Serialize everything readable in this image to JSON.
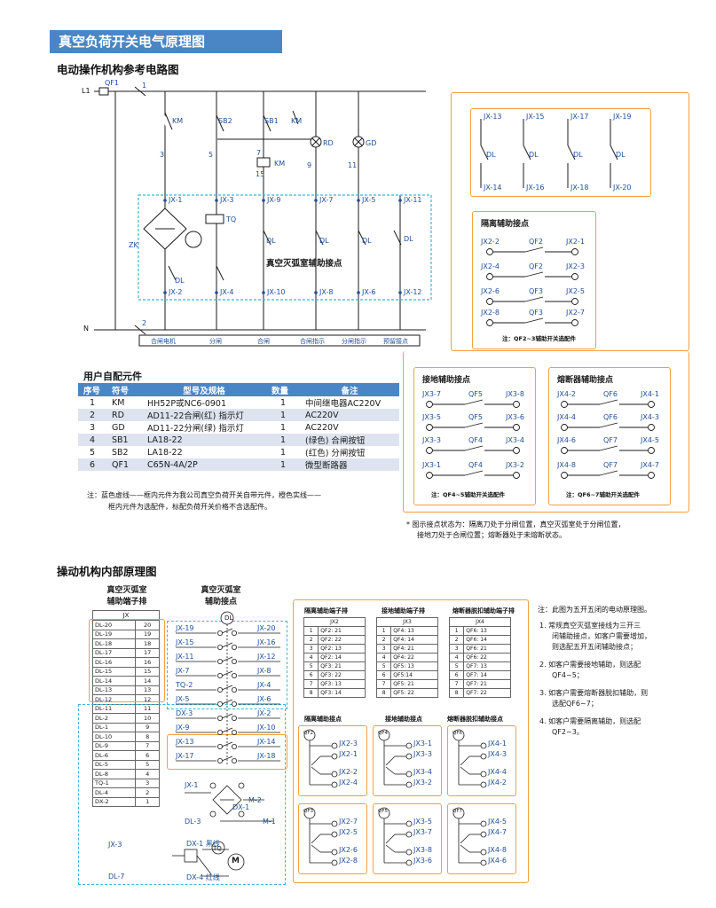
{
  "title": "真空负荷开关电气原理图",
  "section1": {
    "title": "电动操作机构参考电路图",
    "supply": [
      "L1",
      "QF1",
      "1",
      "N",
      "2"
    ],
    "components": [
      "KM",
      "SB2",
      "SB1",
      "KM",
      "RD",
      "GD",
      "TQ",
      "KM",
      "ZK",
      "DL",
      "DL",
      "DL",
      "DL",
      "DL"
    ],
    "wire_numbers": [
      "3",
      "5",
      "7",
      "15",
      "9",
      "11"
    ],
    "jx_top": [
      "JX-1",
      "JX-3",
      "JX-9",
      "JX-7",
      "JX-5",
      "JX-11"
    ],
    "jx_bottom": [
      "JX-2",
      "JX-4",
      "JX-10",
      "JX-8",
      "JX-6",
      "JX-12"
    ],
    "aux_label": "真空灭弧室辅助接点",
    "bottom_labels": [
      "合闸电机",
      "分闸",
      "合闸",
      "合闸指示",
      "分闸指示",
      "预留接点"
    ]
  },
  "aux_top": {
    "top": [
      "JX-13",
      "JX-15",
      "JX-17",
      "JX-19"
    ],
    "bottom": [
      "JX-14",
      "JX-16",
      "JX-18",
      "JX-20"
    ],
    "dl": [
      "DL",
      "DL",
      "DL",
      "DL"
    ]
  },
  "iso": {
    "title": "隔离辅助接点",
    "rows": [
      {
        "l": "JX2-2",
        "m": "QF2",
        "r": "JX2-1"
      },
      {
        "l": "JX2-4",
        "m": "QF2",
        "r": "JX2-3"
      },
      {
        "l": "JX2-6",
        "m": "QF3",
        "r": "JX2-5"
      },
      {
        "l": "JX2-8",
        "m": "QF3",
        "r": "JX2-7"
      }
    ],
    "note": "注：QF2~3辅助开关选配件"
  },
  "ground": {
    "title": "接地辅助接点",
    "rows": [
      {
        "l": "JX3-7",
        "m": "QF5",
        "r": "JX3-8"
      },
      {
        "l": "JX3-5",
        "m": "QF5",
        "r": "JX3-6"
      },
      {
        "l": "JX3-3",
        "m": "QF4",
        "r": "JX3-4"
      },
      {
        "l": "JX3-1",
        "m": "QF4",
        "r": "JX3-2"
      }
    ],
    "note": "注：QF4~5辅助开关选配件"
  },
  "fuse": {
    "title": "熔断器辅助接点",
    "rows": [
      {
        "l": "JX4-2",
        "m": "QF6",
        "r": "JX4-1"
      },
      {
        "l": "JX4-4",
        "m": "QF6",
        "r": "JX4-3"
      },
      {
        "l": "JX4-6",
        "m": "QF7",
        "r": "JX4-5"
      },
      {
        "l": "JX4-8",
        "m": "QF7",
        "r": "JX4-7"
      }
    ],
    "note": "注：QF6~7辅助开关选配件"
  },
  "parts": {
    "title": "用户自配元件",
    "headers": [
      "序号",
      "符号",
      "型号及规格",
      "数量",
      "备注"
    ],
    "rows": [
      [
        "1",
        "KM",
        "HH52P或NC6-0901",
        "1",
        "中间继电器AC220V"
      ],
      [
        "2",
        "RD",
        "AD11-22合闸(红) 指示灯",
        "1",
        "AC220V"
      ],
      [
        "3",
        "GD",
        "AD11-22分闸(绿) 指示灯",
        "1",
        "AC220V"
      ],
      [
        "4",
        "SB1",
        "LA18-22",
        "1",
        "(绿色) 合闸按钮"
      ],
      [
        "5",
        "SB2",
        "LA18-22",
        "1",
        "(红色) 分闸按钮"
      ],
      [
        "6",
        "QF1",
        "C65N-4A/2P",
        "1",
        "微型断路器"
      ]
    ],
    "note1": "注：蓝色虚线——框内元件为我公司真空负荷开关自带元件，橙色实线——",
    "note2": "框内元件为选配件，标配负荷开关价格不含选配件。"
  },
  "state_note1": "* 图示接点状态为：隔离刀处于分闸位置，真空灭弧室处于分闸位置，",
  "state_note2": "接地刀处于合闸位置；熔断器处于未熔断状态。",
  "section2": {
    "title": "操动机构内部原理图",
    "jx_title1": "真空灭弧室",
    "jx_title2": "辅助端子排",
    "jx_header": "JX",
    "jx_rows": [
      [
        "DL-20",
        "20"
      ],
      [
        "DL-19",
        "19"
      ],
      [
        "DL-18",
        "18"
      ],
      [
        "DL-17",
        "17"
      ],
      [
        "DL-16",
        "16"
      ],
      [
        "DL-15",
        "15"
      ],
      [
        "DL-14",
        "14"
      ],
      [
        "DL-13",
        "13"
      ],
      [
        "DL-12",
        "12"
      ],
      [
        "DL-11",
        "11"
      ],
      [
        "DL-2",
        "10"
      ],
      [
        "DL-1",
        "9"
      ],
      [
        "DL-10",
        "8"
      ],
      [
        "DL-9",
        "7"
      ],
      [
        "DL-6",
        "6"
      ],
      [
        "DL-5",
        "5"
      ],
      [
        "DL-8",
        "4"
      ],
      [
        "TQ-1",
        "3"
      ],
      [
        "DL-4",
        "2"
      ],
      [
        "DX-2",
        "1"
      ]
    ],
    "aux_title1": "真空灭弧室",
    "aux_title2": "辅助接点",
    "dl_circle": "DL",
    "aux_left": [
      "JX-19",
      "JX-15",
      "JX-11",
      "JX-7",
      "TQ-2",
      "JX-5",
      "DX-3",
      "JX-9",
      "JX-13",
      "JX-17"
    ],
    "aux_right": [
      "JX-20",
      "JX-16",
      "JX-12",
      "JX-8",
      "JX-4",
      "JX-6",
      "JX-2",
      "JX-10",
      "JX-14",
      "JX-18"
    ],
    "motor_labels": [
      "JX-1",
      "DX-1",
      "DL-3",
      "M-2",
      "M-1"
    ],
    "tq_labels": [
      "JX-3",
      "TQ",
      "DL-7"
    ],
    "wire_labels": [
      "DX-1 黑线",
      "DX-4 红线",
      "M"
    ]
  },
  "term": {
    "heads": [
      "隔离辅助端子排",
      "接地辅助端子排",
      "熔断器脱扣辅助端子排"
    ],
    "names": [
      "JX2",
      "JX3",
      "JX4"
    ],
    "t1": [
      [
        "1",
        "QF2: 21"
      ],
      [
        "2",
        "QF2: 22"
      ],
      [
        "3",
        "QF2: 13"
      ],
      [
        "4",
        "QF2: 14"
      ],
      [
        "5",
        "QF3: 21"
      ],
      [
        "6",
        "QF3: 22"
      ],
      [
        "7",
        "QF3: 13"
      ],
      [
        "8",
        "QF3: 14"
      ]
    ],
    "t2": [
      [
        "1",
        "QF4: 13"
      ],
      [
        "2",
        "QF4: 14"
      ],
      [
        "3",
        "QF4: 21"
      ],
      [
        "4",
        "QF4: 22"
      ],
      [
        "5",
        "QF5: 13"
      ],
      [
        "6",
        "QF5:14"
      ],
      [
        "7",
        "QF5: 21"
      ],
      [
        "8",
        "QF5: 22"
      ]
    ],
    "t3": [
      [
        "1",
        "QF6: 13"
      ],
      [
        "2",
        "QF6: 14"
      ],
      [
        "3",
        "QF6: 21"
      ],
      [
        "4",
        "QF6: 22"
      ],
      [
        "5",
        "QF7: 13"
      ],
      [
        "6",
        "QF7: 14"
      ],
      [
        "7",
        "QF7: 21"
      ],
      [
        "8",
        "QF7: 22"
      ]
    ],
    "sub_heads": [
      "隔离辅助接点",
      "接地辅助接点",
      "熔断器脱扣辅助接点"
    ],
    "sw": [
      {
        "qf": "QF2",
        "a": "JX2-3",
        "b": "JX2-1",
        "c": "JX2-2",
        "d": "JX2-4"
      },
      {
        "qf": "QF4",
        "a": "JX3-1",
        "b": "JX3-3",
        "c": "JX3-4",
        "d": "JX3-2"
      },
      {
        "qf": "QF6",
        "a": "JX4-1",
        "b": "JX4-3",
        "c": "JX4-4",
        "d": "JX4-2"
      },
      {
        "qf": "QF3",
        "a": "JX2-7",
        "b": "JX2-5",
        "c": "JX2-6",
        "d": "JX2-8"
      },
      {
        "qf": "QF5",
        "a": "JX3-5",
        "b": "JX3-7",
        "c": "JX3-8",
        "d": "JX3-6"
      },
      {
        "qf": "QF7",
        "a": "JX4-5",
        "b": "JX4-7",
        "c": "JX4-8",
        "d": "JX4-6"
      }
    ]
  },
  "side_notes": {
    "head": "注：此图为五开五闭的电动原理图。",
    "items": [
      "1. 常规真空灭弧室接线为三开三",
      "闭辅助接点，如客户需要增加，",
      "则选配五开五闭辅助接点；",
      "2. 如客户需要接地辅助，则选配",
      "QF4~5；",
      "3. 如客户需要熔断器脱扣辅助，则",
      "选配QF6~7；",
      "4. 如客户需要隔离辅助，则选配",
      "QF2~3。"
    ]
  }
}
